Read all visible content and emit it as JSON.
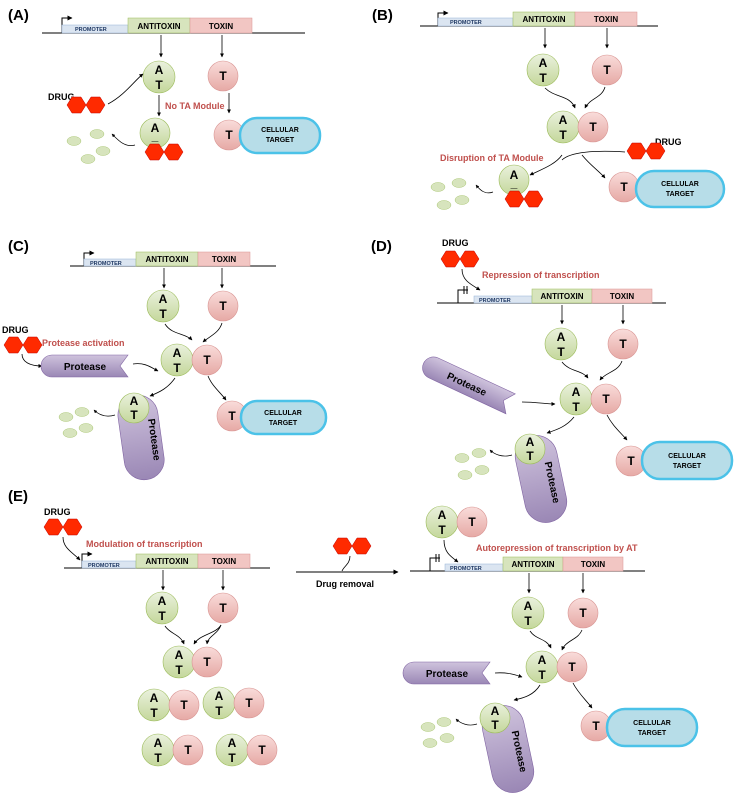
{
  "panels": {
    "A": {
      "label": "(A)",
      "drug": "DRUG",
      "note": "No TA Module",
      "target": [
        "CELLULAR",
        "TARGET"
      ]
    },
    "B": {
      "label": "(B)",
      "drug": "DRUG",
      "note": "Disruption of TA Module",
      "target": [
        "CELLULAR",
        "TARGET"
      ]
    },
    "C": {
      "label": "(C)",
      "drug": "DRUG",
      "note": "Protease activation",
      "protease": "Protease",
      "target": [
        "CELLULAR",
        "TARGET"
      ]
    },
    "D": {
      "label": "(D)",
      "drug": "DRUG",
      "note": "Repression of transcription",
      "protease": "Protease",
      "target": [
        "CELLULAR",
        "TARGET"
      ]
    },
    "E": {
      "label": "(E)",
      "drug": "DRUG",
      "note": "Modulation of transcription",
      "removal": "Drug removal",
      "note2": "Autorepression of transcription by AT",
      "protease": "Protease",
      "target": [
        "CELLULAR",
        "TARGET"
      ]
    }
  },
  "genes": {
    "promoter": "PROMOTER",
    "antitoxin": "ANTITOXIN",
    "toxin": "TOXIN"
  },
  "molecules": {
    "antitoxin_top": "A",
    "antitoxin_bottom": "T",
    "toxin": "T",
    "complex_sep": "_"
  },
  "colors": {
    "antitoxin_fill": "#d7e4bd",
    "toxin_fill": "#f2c6c3",
    "promoter_fill": "#dbe5f1",
    "target_fill": "#b7dde8",
    "target_glow": "#4bc2e8",
    "protease_fill": "#b1a0c7",
    "drug_fill": "#ff2a00",
    "note_red": "#c0504d"
  }
}
